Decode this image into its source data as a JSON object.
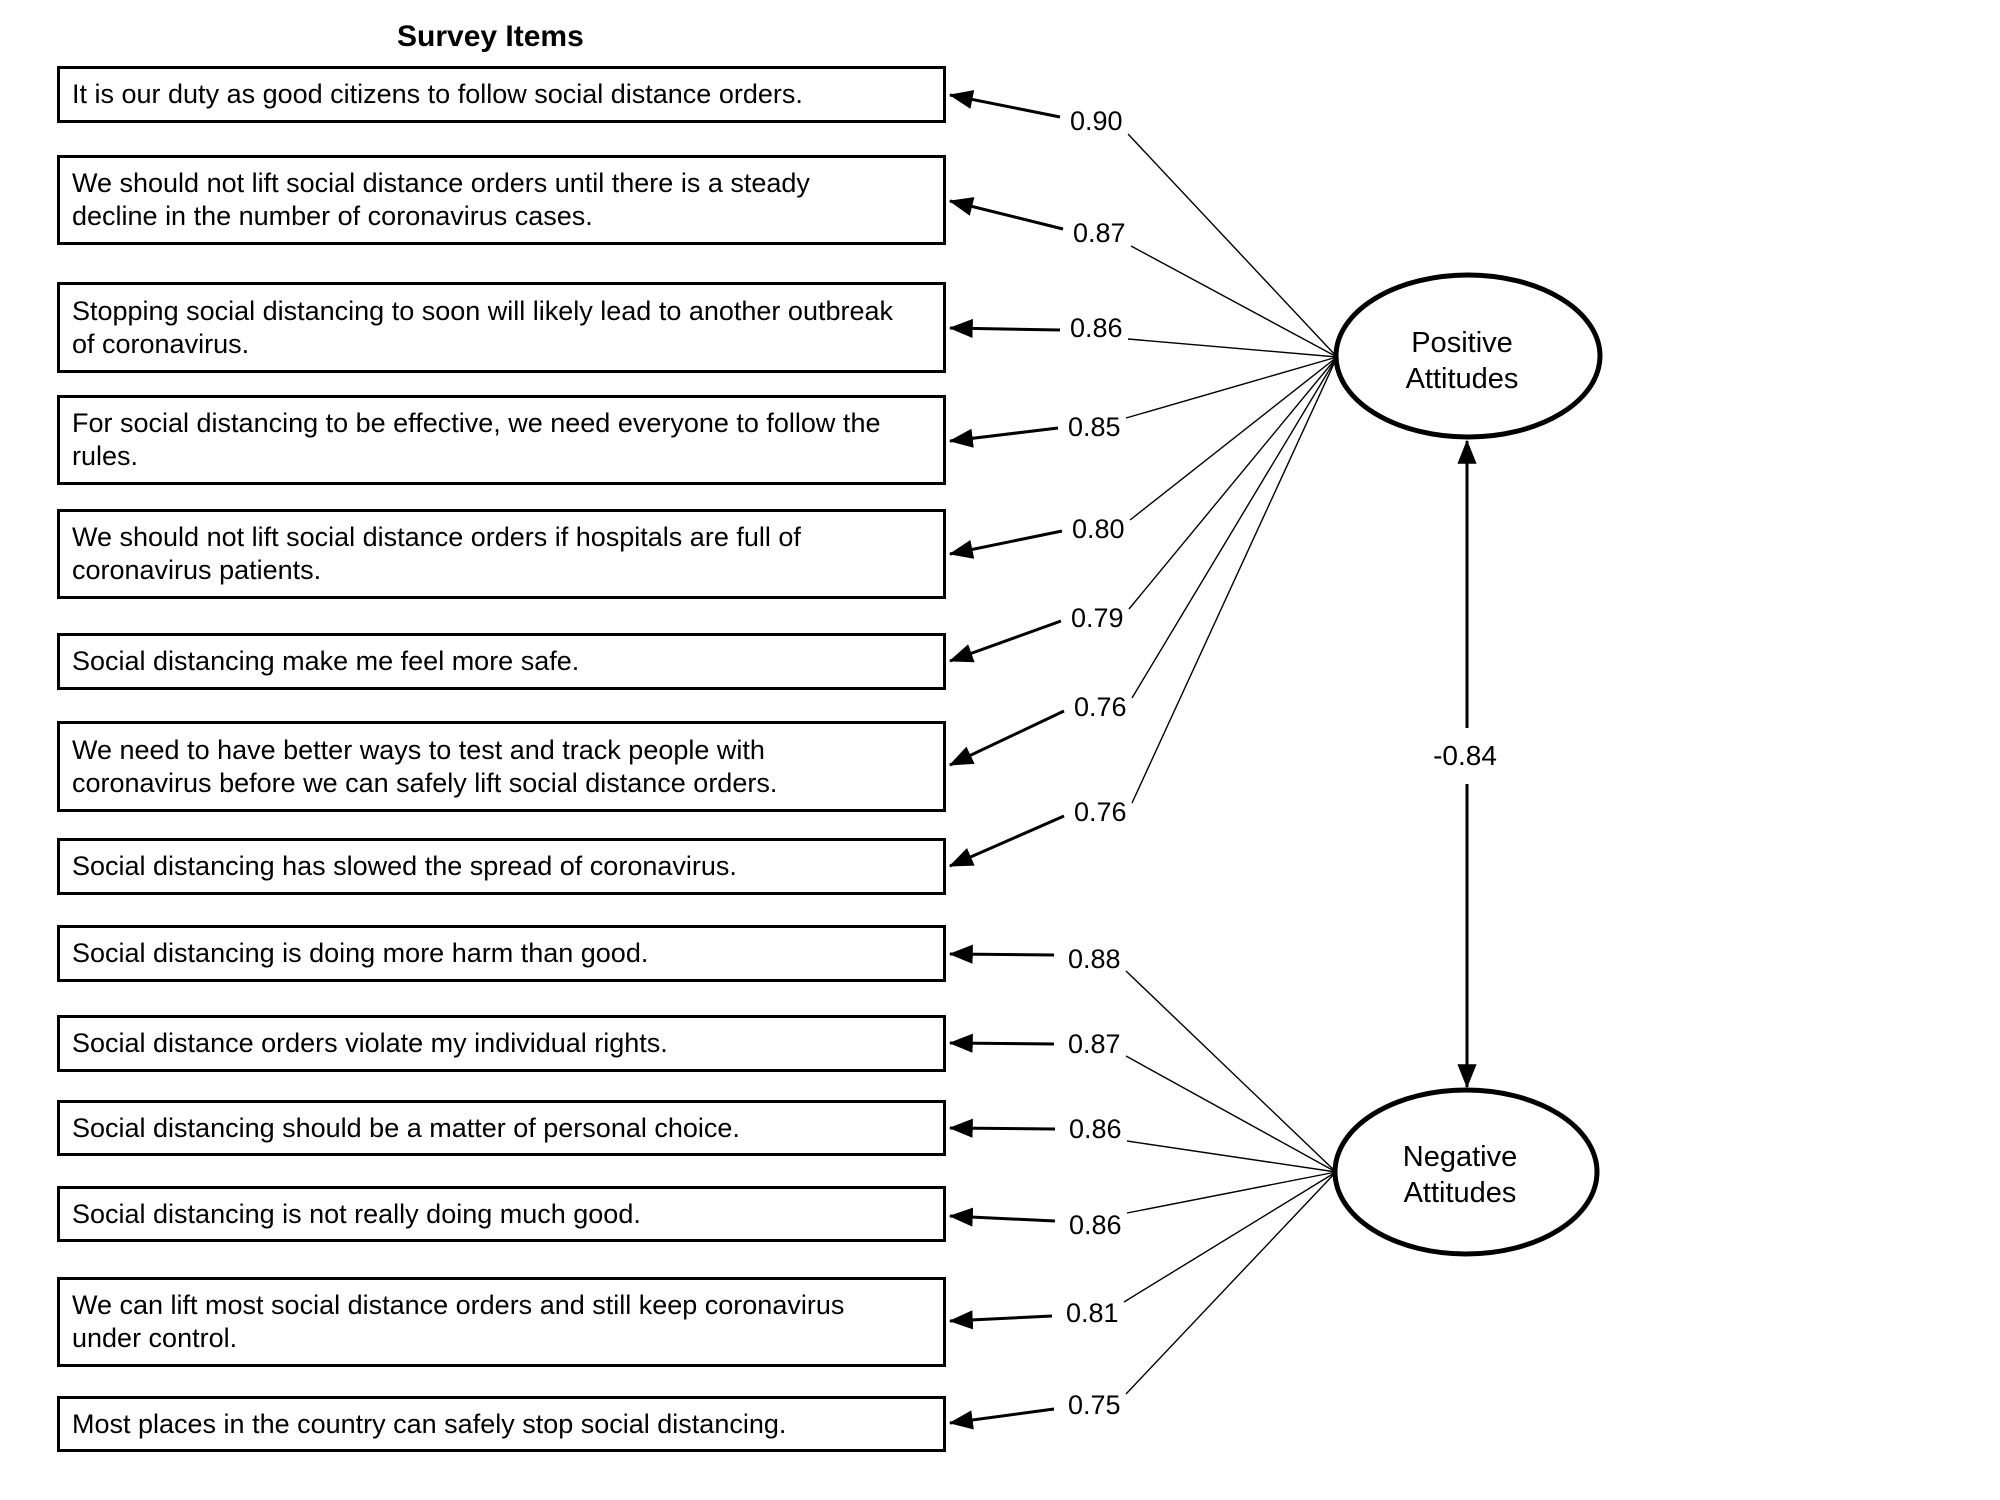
{
  "title": "Survey Items",
  "correlation": "-0.84",
  "factors": {
    "positive": {
      "line1": "Positive",
      "line2": "Attitudes"
    },
    "negative": {
      "line1": "Negative",
      "line2": "Attitudes"
    }
  },
  "items": [
    {
      "text": "It is our duty as good citizens to follow social distance orders.",
      "loading": "0.90",
      "factor": "positive"
    },
    {
      "text": "We should not lift social distance orders until there is a steady\ndecline in the number of coronavirus cases.",
      "loading": "0.87",
      "factor": "positive"
    },
    {
      "text": "Stopping social distancing to soon will likely lead to another outbreak\nof coronavirus.",
      "loading": "0.86",
      "factor": "positive"
    },
    {
      "text": "For social distancing to be effective, we need everyone to follow the\nrules.",
      "loading": "0.85",
      "factor": "positive"
    },
    {
      "text": "We should not lift social distance orders if hospitals are full of\ncoronavirus patients.",
      "loading": "0.80",
      "factor": "positive"
    },
    {
      "text": "Social distancing make me feel more safe.",
      "loading": "0.79",
      "factor": "positive"
    },
    {
      "text": "We need to have better ways to test and track people with\ncoronavirus before we can safely lift social distance orders.",
      "loading": "0.76",
      "factor": "positive"
    },
    {
      "text": "Social distancing has slowed the spread of coronavirus.",
      "loading": "0.76",
      "factor": "positive"
    },
    {
      "text": "Social distancing is doing more harm than good.",
      "loading": "0.88",
      "factor": "negative"
    },
    {
      "text": "Social distance orders violate my individual rights.",
      "loading": "0.87",
      "factor": "negative"
    },
    {
      "text": "Social distancing should be a matter of personal choice.",
      "loading": "0.86",
      "factor": "negative"
    },
    {
      "text": "Social distancing is not really doing much good.",
      "loading": "0.86",
      "factor": "negative"
    },
    {
      "text": "We can lift most social distance orders and still keep coronavirus\nunder control.",
      "loading": "0.81",
      "factor": "negative"
    },
    {
      "text": "Most places in the country can safely stop social distancing.",
      "loading": "0.75",
      "factor": "negative"
    }
  ]
}
